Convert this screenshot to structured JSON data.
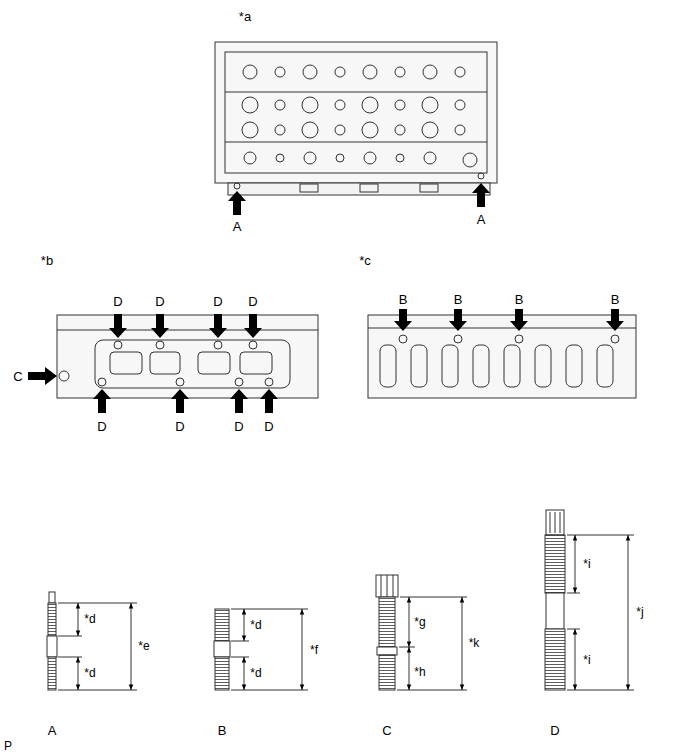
{
  "diagram": {
    "labels": [
      "*a",
      "A",
      "A",
      "*b",
      "D",
      "D",
      "D",
      "D",
      "*c",
      "B",
      "B",
      "B",
      "B",
      "C",
      "D",
      "D",
      "D",
      "D",
      "*d",
      "*e",
      "*d",
      "*d",
      "*f",
      "*d",
      "*g",
      "*k",
      "*h",
      "*i",
      "*j",
      "*i",
      "A",
      "B",
      "C",
      "D",
      "P"
    ]
  }
}
